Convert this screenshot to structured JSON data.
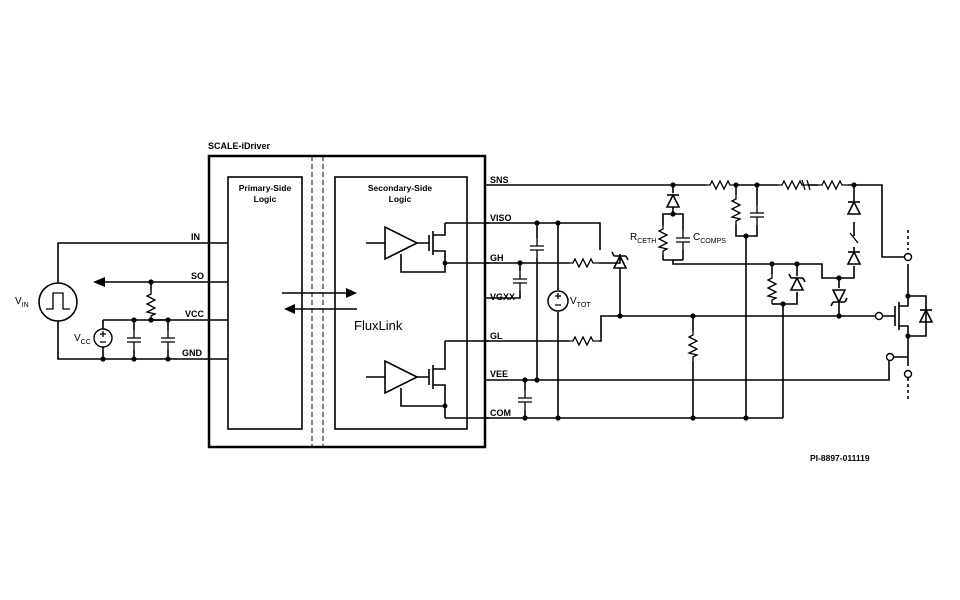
{
  "title": "SCALE-iDriver",
  "primary_block": {
    "line1": "Primary-Side",
    "line2": "Logic"
  },
  "secondary_block": {
    "line1": "Secondary-Side",
    "line2": "Logic"
  },
  "isolation_label": "FluxLink",
  "pins_left": [
    "IN",
    "SO",
    "VCC",
    "GND"
  ],
  "pins_right": [
    "SNS",
    "VISO",
    "GH",
    "VGXX",
    "GL",
    "VEE",
    "COM"
  ],
  "sources": {
    "vin": {
      "main": "V",
      "sub": "IN"
    },
    "vcc": {
      "main": "V",
      "sub": "CC"
    },
    "vtot": {
      "main": "V",
      "sub": "TOT"
    }
  },
  "components": {
    "rceth": {
      "main": "R",
      "sub": "CETH"
    },
    "ccomps": {
      "main": "C",
      "sub": "COMPS"
    }
  },
  "figure_code": "PI-8897-011119"
}
